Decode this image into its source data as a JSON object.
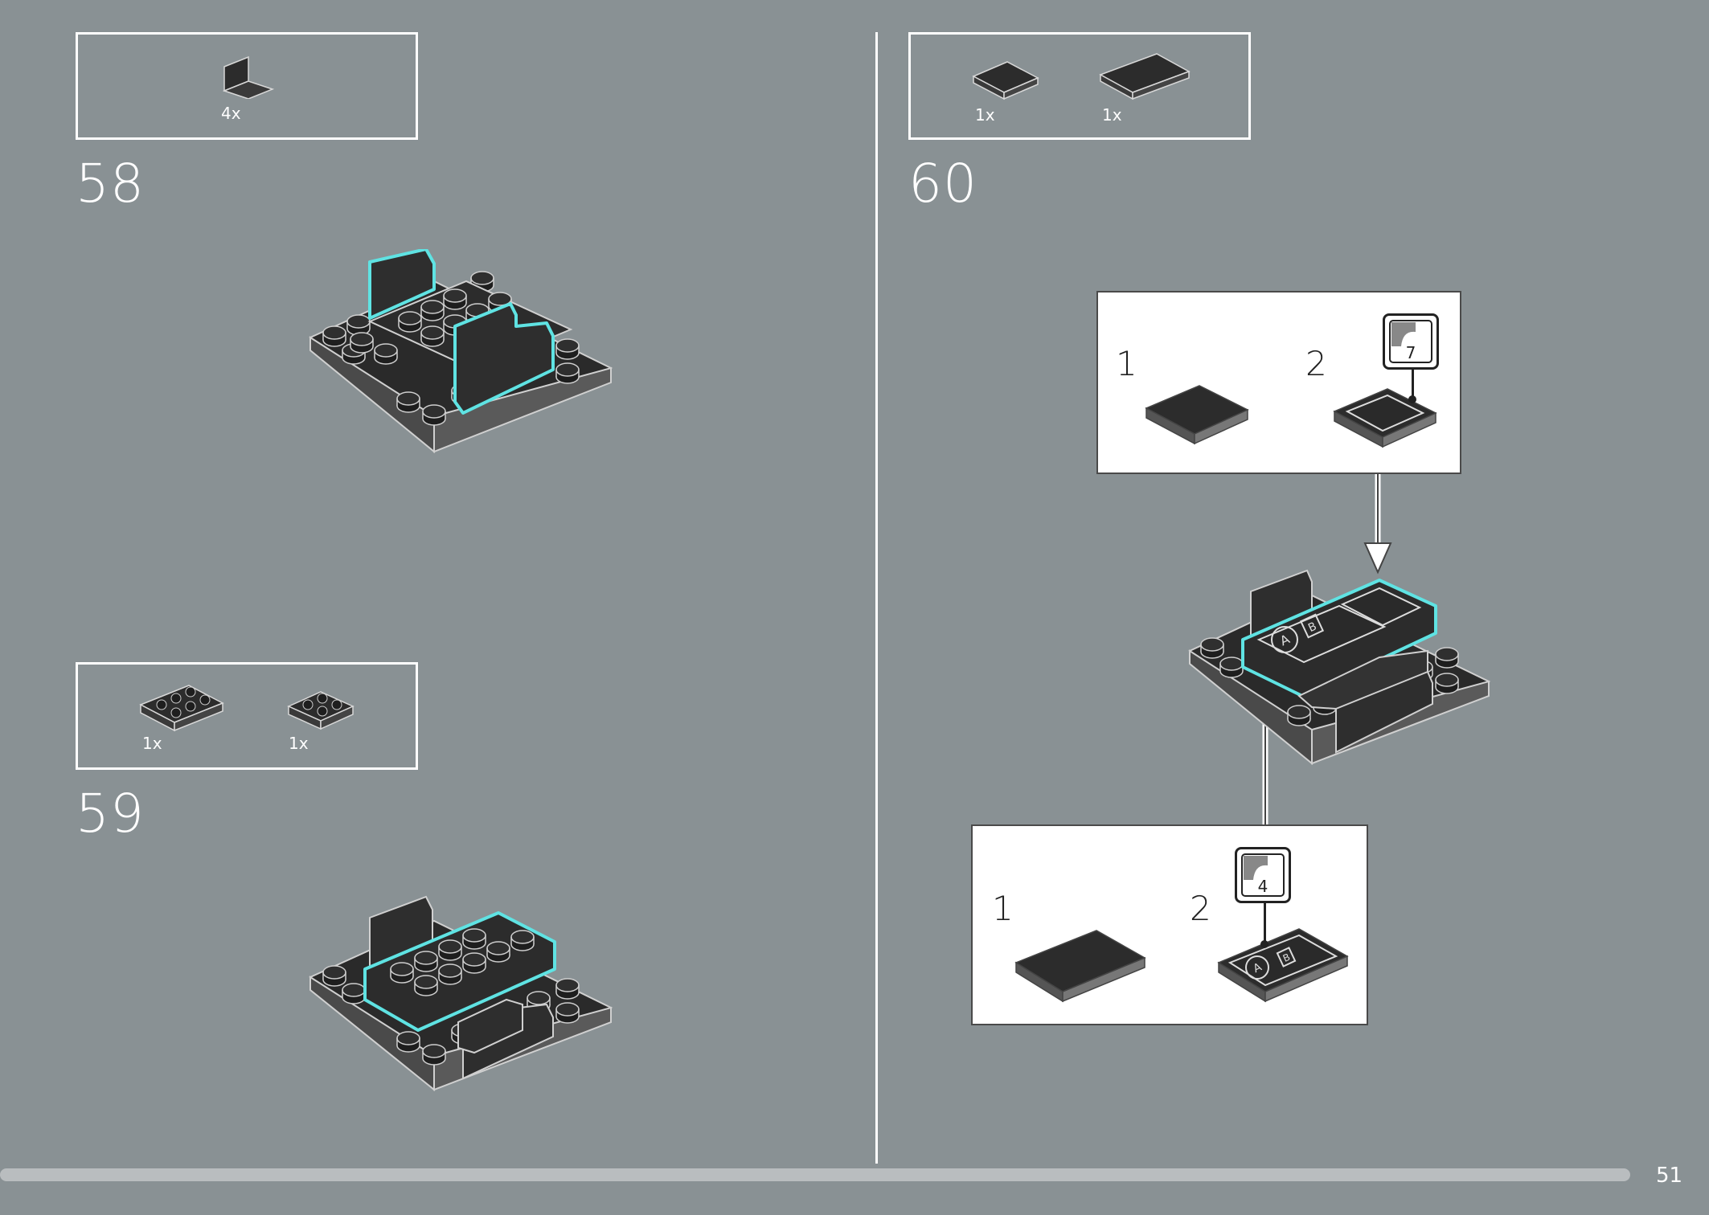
{
  "steps": [
    {
      "number": "58",
      "parts": [
        {
          "qty": "4x"
        }
      ]
    },
    {
      "number": "59",
      "parts": [
        {
          "qty": "1x"
        },
        {
          "qty": "1x"
        }
      ]
    },
    {
      "number": "60",
      "parts": [
        {
          "qty": "1x"
        },
        {
          "qty": "1x"
        }
      ]
    }
  ],
  "callouts": {
    "top": {
      "sub1": "1",
      "sub2": "2",
      "sticker": "7"
    },
    "bottom": {
      "sub1": "1",
      "sub2": "2",
      "sticker": "4"
    }
  },
  "sticker_letters": [
    "A",
    "B"
  ],
  "page": {
    "number": "51"
  },
  "colors": {
    "background": "#899194",
    "highlight": "#5fe3e3",
    "brick": "#2c2c2c",
    "plate": "#3a3a3a"
  }
}
